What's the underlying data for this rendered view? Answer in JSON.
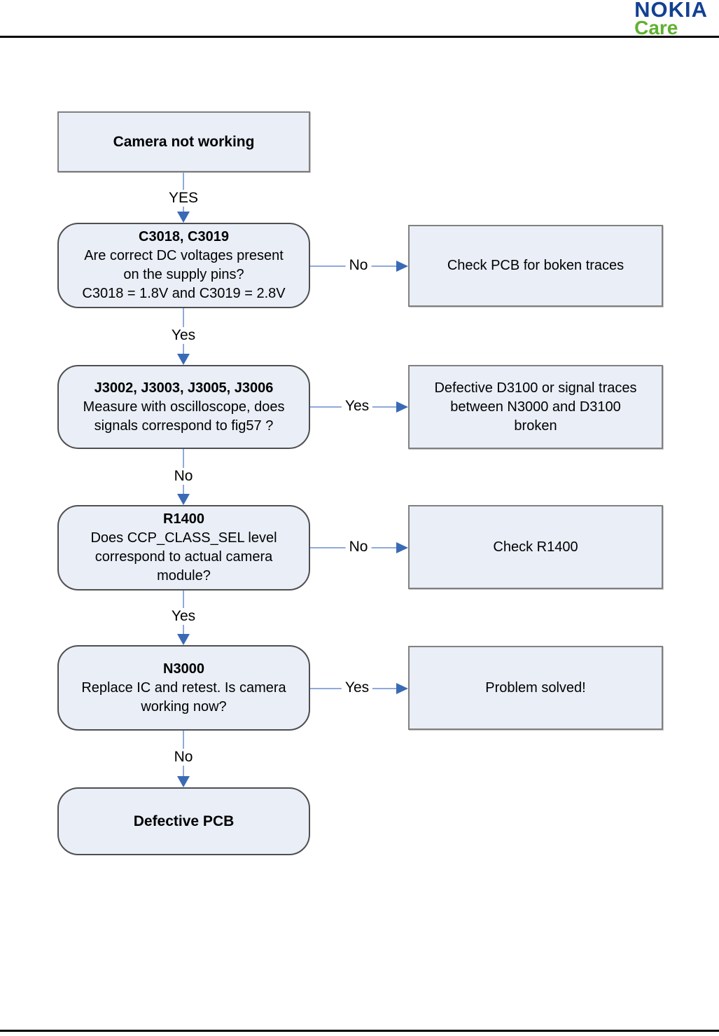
{
  "logo": {
    "brand": "NOKIA",
    "sub": "Care",
    "brand_color": "#134191",
    "sub_color": "#5fb130"
  },
  "colors": {
    "box_fill": "#e9eef7",
    "rect_border": "#808080",
    "rounded_border": "#4f4f4f",
    "connector_line": "#8faadc",
    "arrow": "#3b6ab5",
    "rule": "#000000"
  },
  "flowchart": {
    "nodes": {
      "start": {
        "label": "Camera not working"
      },
      "d1": {
        "title": "C3018, C3019",
        "lines": [
          "Are correct DC voltages present",
          "on the supply pins?",
          "C3018 = 1.8V and C3019 = 2.8V"
        ]
      },
      "a1": {
        "lines": [
          "Check PCB for boken traces"
        ]
      },
      "d2": {
        "title": "J3002, J3003, J3005, J3006",
        "lines": [
          "Measure with oscilloscope, does",
          "signals correspond to fig57 ?"
        ]
      },
      "a2": {
        "lines": [
          "Defective D3100 or signal traces",
          "between N3000 and D3100",
          "broken"
        ]
      },
      "d3": {
        "title": "R1400",
        "lines": [
          "Does CCP_CLASS_SEL level",
          "correspond to actual camera",
          "module?"
        ]
      },
      "a3": {
        "lines": [
          "Check R1400"
        ]
      },
      "d4": {
        "title": "N3000",
        "lines": [
          "Replace IC and retest. Is camera",
          "working now?"
        ]
      },
      "a4": {
        "lines": [
          "Problem solved!"
        ]
      },
      "end": {
        "label": "Defective PCB"
      }
    },
    "labels": {
      "v1": "YES",
      "h1": "No",
      "v2": "Yes",
      "h2": "Yes",
      "v3": "No",
      "h3": "No",
      "v4": "Yes",
      "h4": "Yes",
      "v5": "No"
    }
  }
}
